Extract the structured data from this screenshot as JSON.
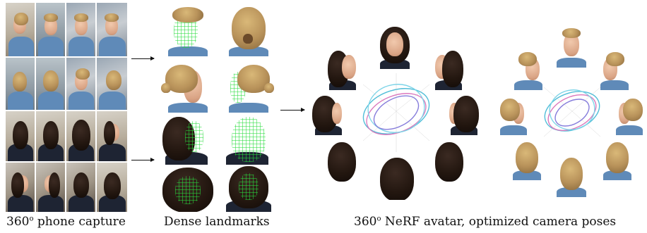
{
  "captions": {
    "capture": "360",
    "capture_rest": " phone capture",
    "landmarks": "Dense landmarks",
    "nerf": "360",
    "nerf_rest": " NeRF avatar, optimized camera poses"
  },
  "degree_symbol": "o"
}
